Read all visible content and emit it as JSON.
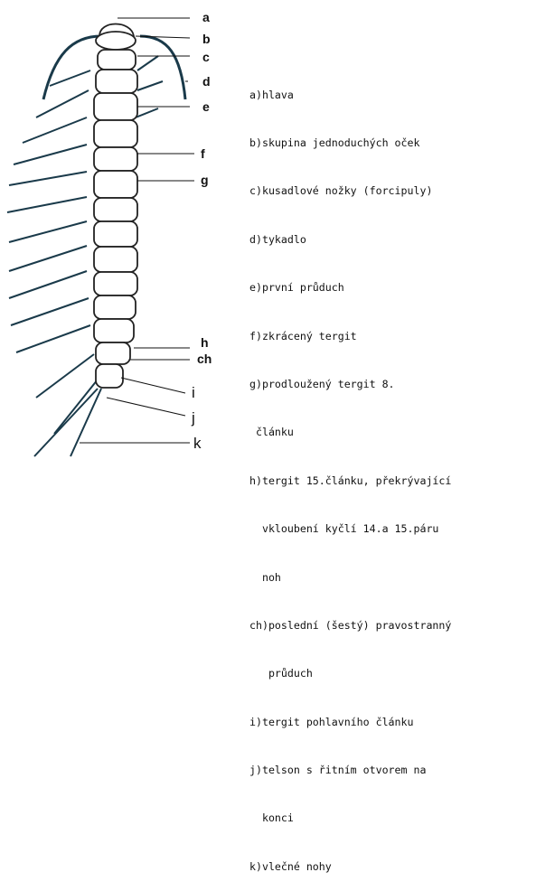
{
  "diagram": {
    "callouts": [
      {
        "id": "a",
        "text": "a"
      },
      {
        "id": "b",
        "text": "b"
      },
      {
        "id": "c",
        "text": "c"
      },
      {
        "id": "d",
        "text": "d"
      },
      {
        "id": "e",
        "text": "e"
      },
      {
        "id": "f",
        "text": "f"
      },
      {
        "id": "g",
        "text": "g"
      },
      {
        "id": "h",
        "text": "h"
      },
      {
        "id": "ch",
        "text": "ch"
      },
      {
        "id": "i",
        "text": "i"
      },
      {
        "id": "j",
        "text": "j"
      },
      {
        "id": "k",
        "text": "k"
      }
    ]
  },
  "legend": {
    "lines": [
      "a)hlava",
      "b)skupina jednoduchých oček",
      "c)kusadlové nožky (forcipuly)",
      "d)tykadlo",
      "e)první průduch",
      "f)zkrácený tergit",
      "g)prodloužený tergit 8.",
      " článku",
      "h)tergit 15.článku, překrývající",
      "  vkloubení kyčlí 14.a 15.páru",
      "  noh",
      "ch)poslední (šestý) pravostranný",
      "   průduch",
      "i)tergit pohlavního článku",
      "j)telson s řitním otvorem na",
      "  konci",
      "k)vlečné nohy"
    ]
  },
  "colors": {
    "ink": "#1a3a4a",
    "outline": "#222222",
    "background": "#ffffff"
  }
}
